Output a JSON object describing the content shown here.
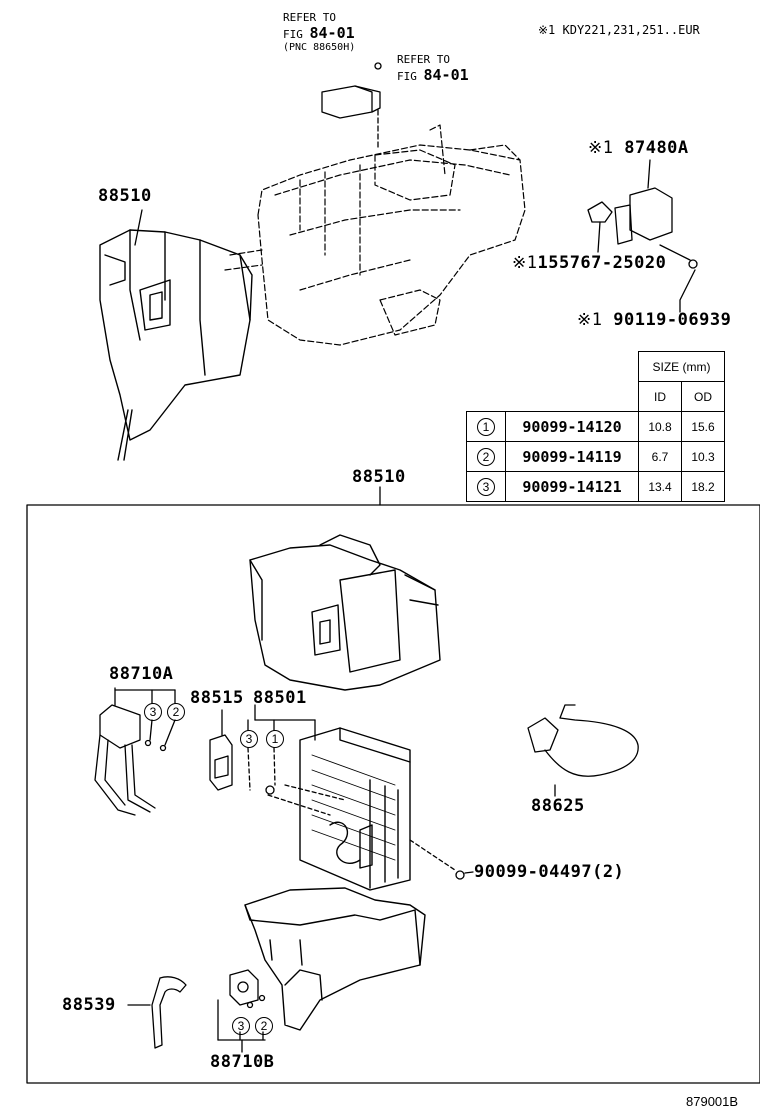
{
  "note": "※1 KDY221,231,251..EUR",
  "refer1": {
    "line1": "REFER TO",
    "fig_prefix": "FIG",
    "fig_num": "84-01",
    "pnc": "(PNC 88650H)"
  },
  "refer2": {
    "line1": "REFER TO",
    "fig_prefix": "FIG",
    "fig_num": "84-01"
  },
  "parts": {
    "top_unit": "88510",
    "amp": "87480A",
    "amp_mark": "※1",
    "bulb": "155767-25020",
    "bulb_mark": "※1",
    "screw_top": "90119-06939",
    "screw_mark": "※1",
    "box_unit": "88510",
    "valve_a": "88710A",
    "thermistor": "88515",
    "evaporator": "88501",
    "harness": "88625",
    "screw_bottom": "90099-04497(2)",
    "hose": "88539",
    "valve_b": "88710B"
  },
  "size_table": {
    "title": "SIZE (mm)",
    "col_id": "ID",
    "col_od": "OD",
    "rows": [
      {
        "mark": "1",
        "code": "90099-14120",
        "id": "10.8",
        "od": "15.6"
      },
      {
        "mark": "2",
        "code": "90099-14119",
        "id": "6.7",
        "od": "10.3"
      },
      {
        "mark": "3",
        "code": "90099-14121",
        "id": "13.4",
        "od": "18.2"
      }
    ]
  },
  "oring_marks": {
    "valve_a": [
      "3",
      "2"
    ],
    "evap": [
      "3",
      "1"
    ],
    "valve_b": [
      "3",
      "2"
    ]
  },
  "figure_id": "879001B"
}
